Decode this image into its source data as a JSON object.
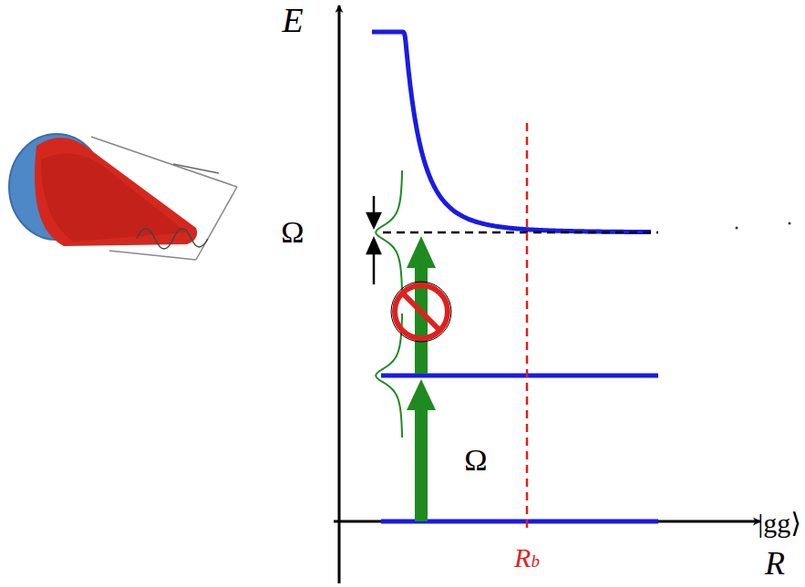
{
  "diagram": {
    "labels": [
      "E",
      "Ω",
      "Ω",
      "|gg⟩",
      "R",
      "Rb"
    ]
  }
}
